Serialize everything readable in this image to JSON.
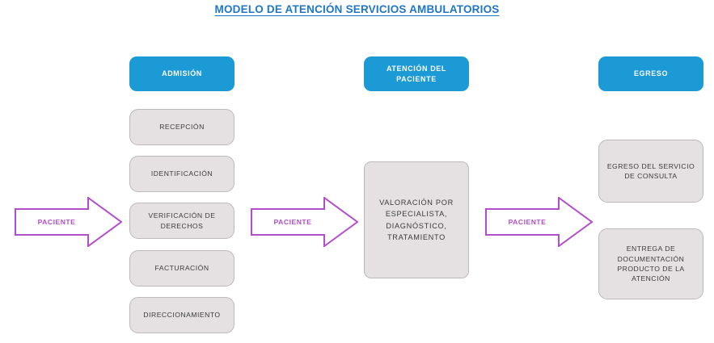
{
  "title": "MODELO DE ATENCIÓN SERVICIOS AMBULATORIOS",
  "colors": {
    "title": "#1f77c4",
    "header_blue": "#1c9ad6",
    "box_gray": "#e5e1e3",
    "box_border": "#bdb9bb",
    "arrow_purple": "#b24ec9",
    "text_dark": "#3b3b3b",
    "background": "#ffffff"
  },
  "columns": [
    {
      "id": "admision",
      "header": "ADMISIÓN",
      "steps": [
        "RECEPCIÓN",
        "IDENTIFICACIÓN",
        "VERIFICACIÓN DE DERECHOS",
        "FACTURACIÓN",
        "DIRECCIONAMIENTO"
      ]
    },
    {
      "id": "atencion-del-paciente",
      "header": "ATENCIÓN DEL PACIENTE",
      "steps": [
        "VALORACIÓN POR ESPECIALISTA, DIAGNÓSTICO, TRATAMIENTO"
      ]
    },
    {
      "id": "egreso",
      "header": "EGRESO",
      "steps": [
        "EGRESO DEL SERVICIO DE CONSULTA",
        "ENTREGA DE DOCUMENTACIÓN PRODUCTO DE LA ATENCIÓN"
      ]
    }
  ],
  "arrows": [
    {
      "id": "arrow-1",
      "label": "PACIENTE"
    },
    {
      "id": "arrow-2",
      "label": "PACIENTE"
    },
    {
      "id": "arrow-3",
      "label": "PACIENTE"
    }
  ]
}
